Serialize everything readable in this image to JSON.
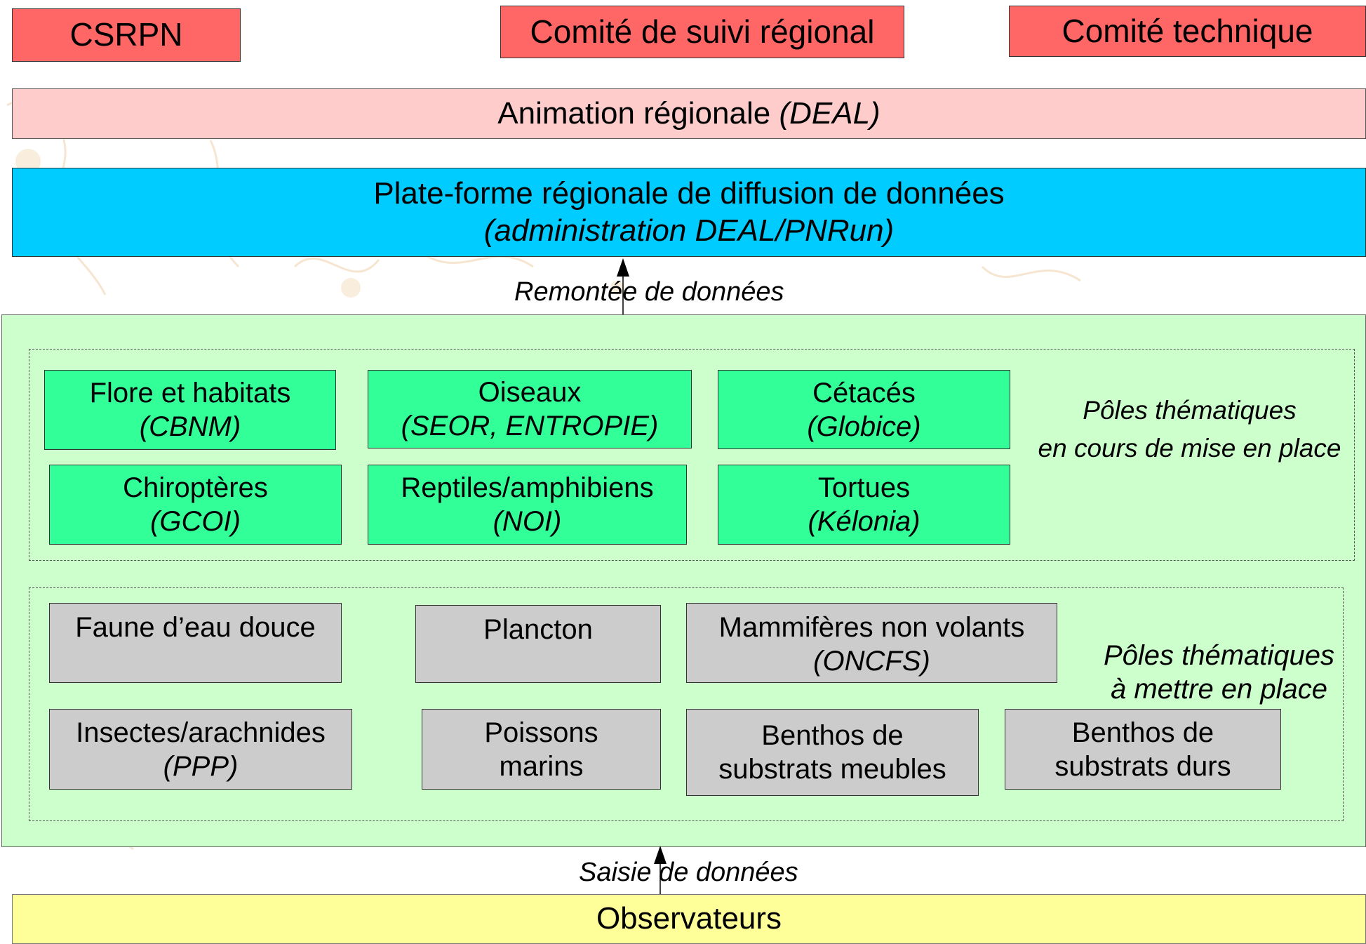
{
  "committees": {
    "csrpn": "CSRPN",
    "suivi": "Comité de suivi régional",
    "technique": "Comité technique"
  },
  "animation": {
    "label": "Animation régionale",
    "org": "(DEAL)"
  },
  "platform": {
    "line1": "Plate-forme régionale de diffusion de données",
    "line2": "(administration DEAL/PNRun)"
  },
  "flows": {
    "remontee": "Remontée de données",
    "saisie": "Saisie de données"
  },
  "poles_en_cours": {
    "label_line1": "Pôles thématiques",
    "label_line2": "en cours de mise en place",
    "items": [
      {
        "name": "Flore et habitats",
        "org": "(CBNM)"
      },
      {
        "name": "Oiseaux",
        "org": "(SEOR, ENTROPIE)"
      },
      {
        "name": "Cétacés",
        "org": "(Globice)"
      },
      {
        "name": "Chiroptères",
        "org": "(GCOI)"
      },
      {
        "name": "Reptiles/amphibiens",
        "org": "(NOI)"
      },
      {
        "name": "Tortues",
        "org": "(Kélonia)"
      }
    ]
  },
  "poles_a_mettre": {
    "label_line1": "Pôles thématiques",
    "label_line2": "à mettre en place",
    "items": [
      {
        "name": "Faune d’eau douce"
      },
      {
        "name": "Plancton"
      },
      {
        "name": "Mammifères non volants",
        "org": "(ONCFS)"
      },
      {
        "name": "Insectes/arachnides",
        "org": "(PPP)"
      },
      {
        "name_line1": "Poissons",
        "name_line2": "marins"
      },
      {
        "name_line1": "Benthos de",
        "name_line2": "substrats meubles"
      },
      {
        "name_line1": "Benthos de",
        "name_line2": "substrats durs"
      }
    ]
  },
  "observateurs": "Observateurs",
  "colors": {
    "committee": "#ff6666",
    "animation": "#ffcccc",
    "platform": "#00ccff",
    "area": "#ccffcc",
    "pole_en_cours": "#33ff99",
    "pole_a_mettre": "#cccccc",
    "observateurs": "#ffff99"
  }
}
